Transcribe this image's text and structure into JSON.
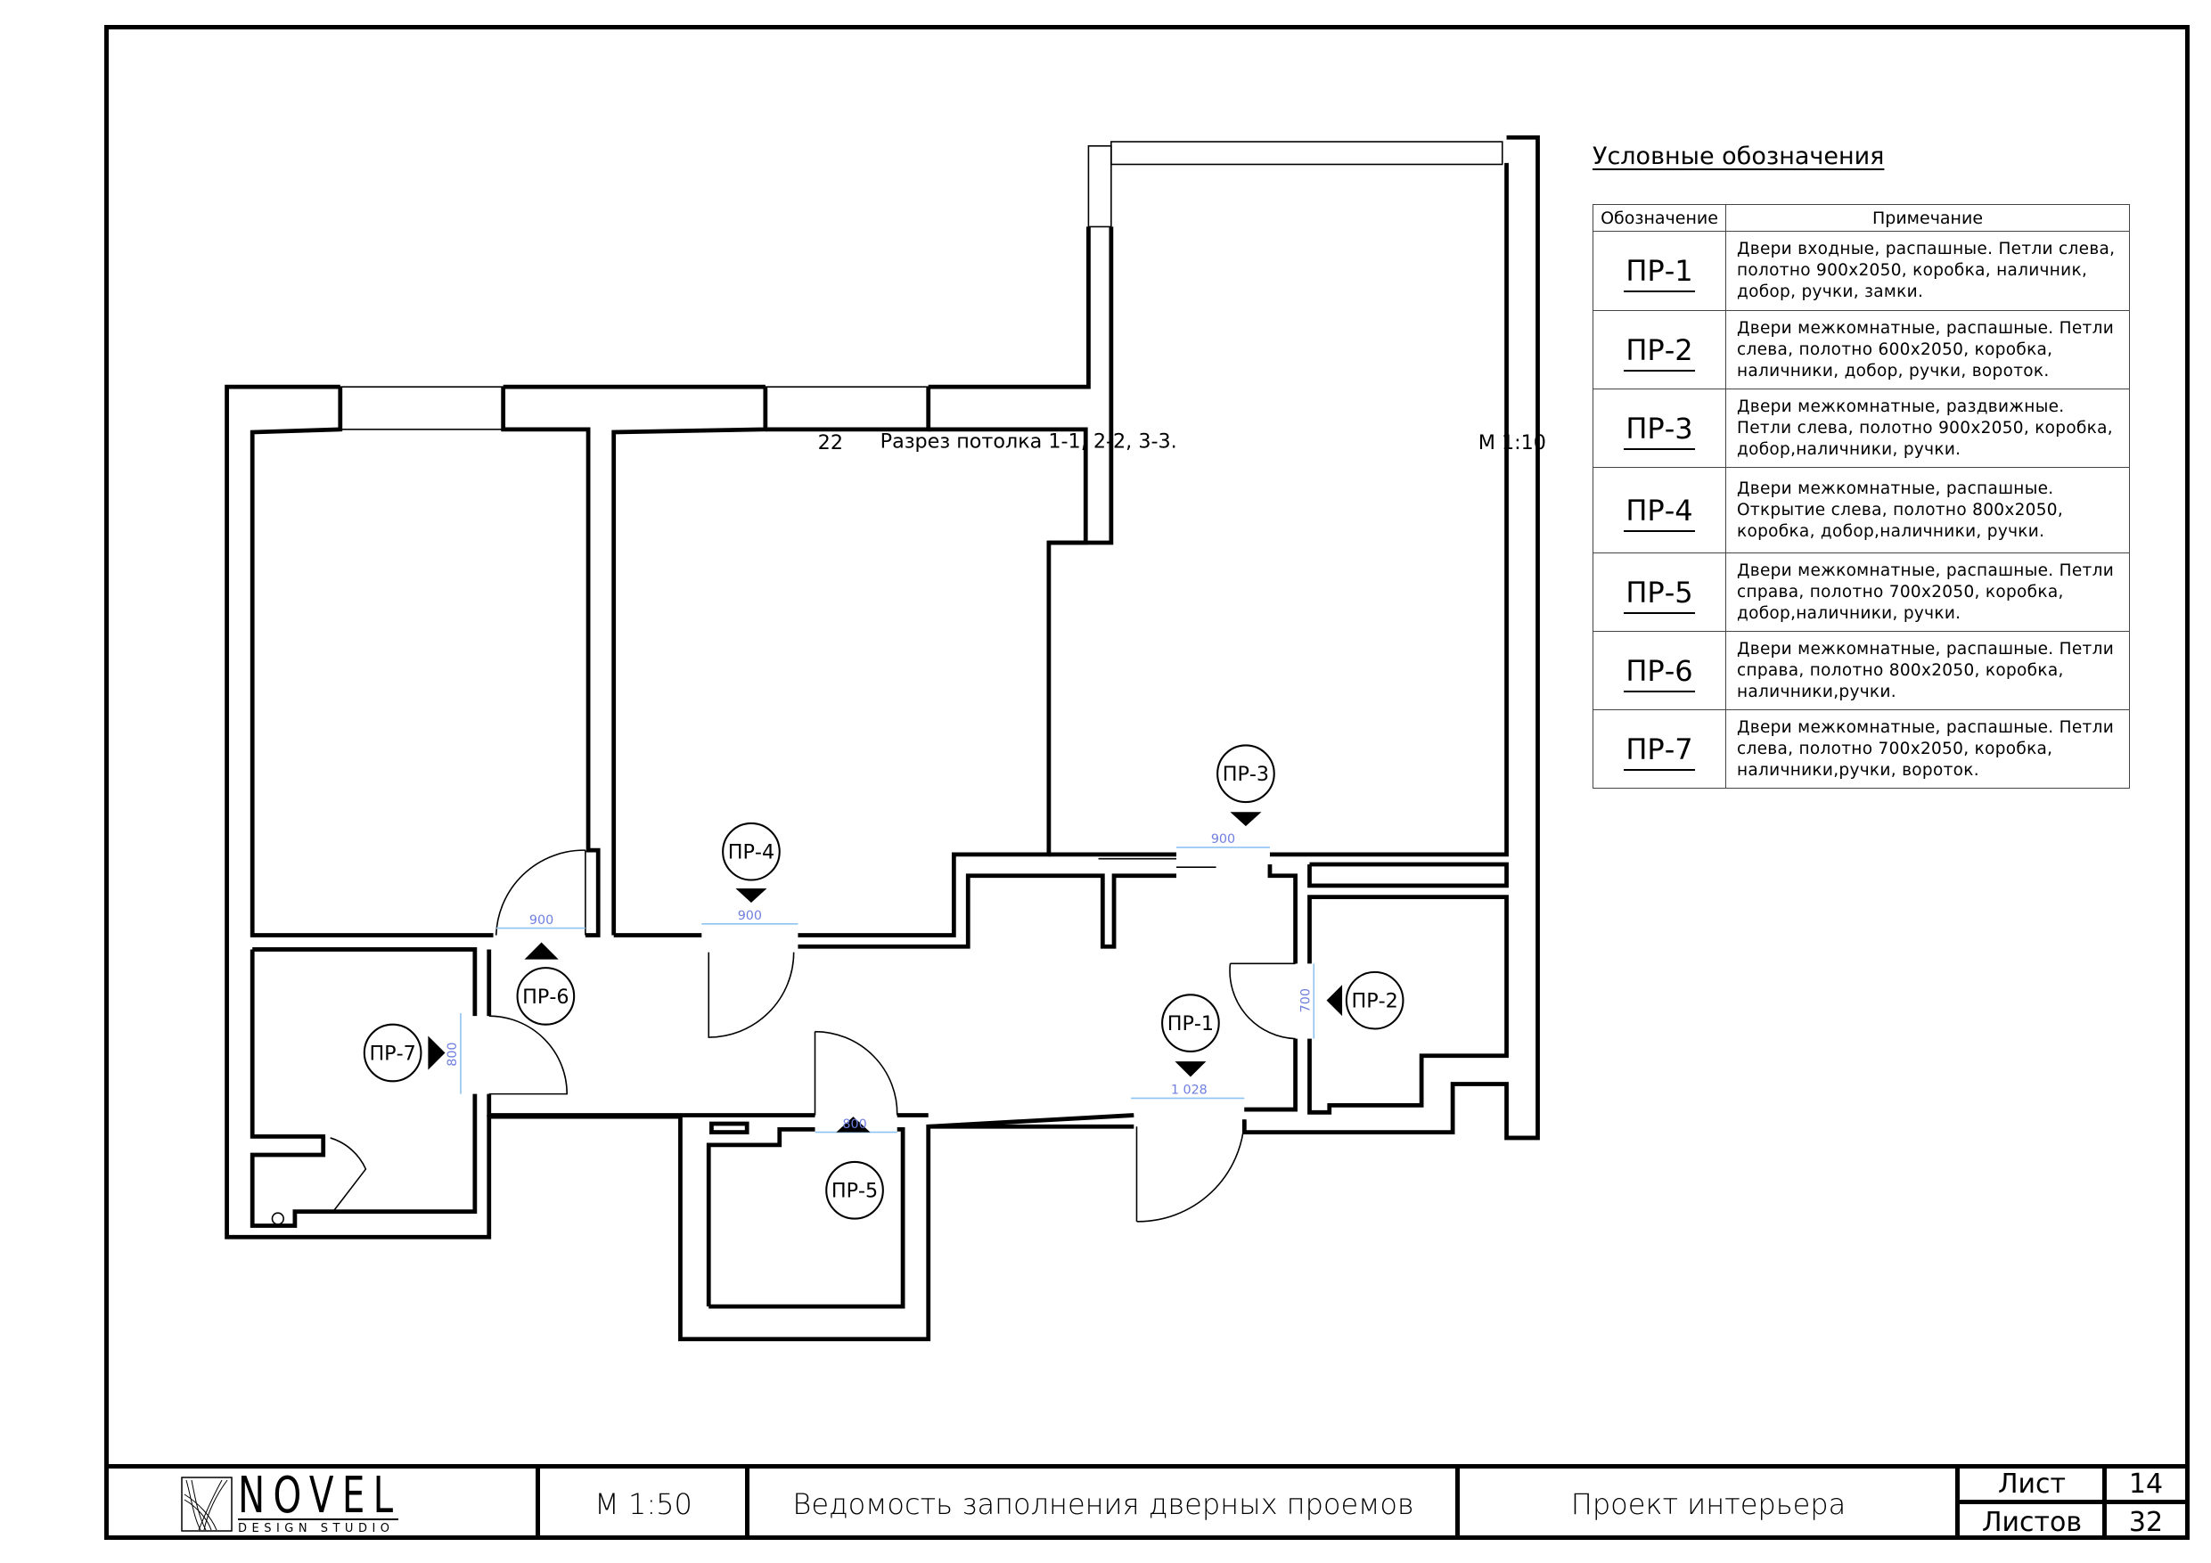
{
  "legend": {
    "title": "Условные обозначения",
    "headers": [
      "Обозначение",
      "Примечание"
    ],
    "rows": [
      {
        "code": "ПР-1",
        "note": "Двери входные, распашные. Петли слева, полотно 900x2050, коробка, наличник, добор, ручки, замки."
      },
      {
        "code": "ПР-2",
        "note": "Двери межкомнатные, распашные. Петли слева, полотно 600x2050, коробка, наличники, добор, ручки, вороток."
      },
      {
        "code": "ПР-3",
        "note": "Двери межкомнатные, раздвижные. Петли слева, полотно 900x2050, коробка, добор,наличники, ручки."
      },
      {
        "code": "ПР-4",
        "note": "Двери межкомнатные, распашные. Открытие слева, полотно 800x2050, коробка, добор,наличники, ручки."
      },
      {
        "code": "ПР-5",
        "note": "Двери межкомнатные, распашные. Петли справа, полотно 700x2050, коробка, добор,наличники, ручки."
      },
      {
        "code": "ПР-6",
        "note": "Двери межкомнатные, распашные. Петли справа, полотно 800x2050, коробка, наличники,ручки."
      },
      {
        "code": "ПР-7",
        "note": "Двери межкомнатные, распашные. Петли слева, полотно 700x2050, коробка, наличники,ручки, вороток."
      }
    ]
  },
  "plan": {
    "stray_number": "22",
    "section_note": "Разрез потолка 1-1, 2-2, 3-3.",
    "scale_note": "М 1:10",
    "door_tags": [
      {
        "code": "ПР-1",
        "dimension": "1 028"
      },
      {
        "code": "ПР-2",
        "dimension": "700"
      },
      {
        "code": "ПР-3",
        "dimension": "900"
      },
      {
        "code": "ПР-4",
        "dimension": "900"
      },
      {
        "code": "ПР-5",
        "dimension": "800"
      },
      {
        "code": "ПР-6",
        "dimension": "900"
      },
      {
        "code": "ПР-7",
        "dimension": "800"
      }
    ],
    "colors": {
      "wall": "#000000",
      "dimension_line": "#8ec3f2",
      "dimension_text": "#6f7fe0"
    }
  },
  "title_block": {
    "logo_name": "NOVEL",
    "logo_sub": "DESIGN STUDIO",
    "scale": "М 1:50",
    "sheet_title": "Ведомость заполнения дверных проемов",
    "project": "Проект интерьера",
    "sheet_label": "Лист",
    "sheet_number": "14",
    "sheets_label": "Листов",
    "sheets_total": "32"
  }
}
